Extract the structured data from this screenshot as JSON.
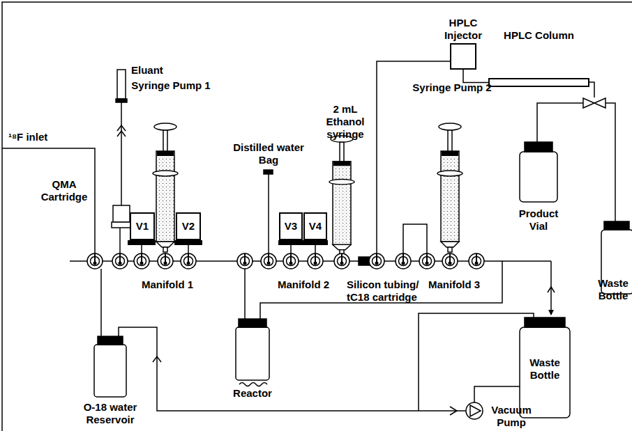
{
  "diagram": {
    "nodes": [
      {
        "text": [
          "V1"
        ]
      },
      {
        "text": [
          "V2"
        ]
      },
      {
        "text": [
          "V3"
        ]
      },
      {
        "text": [
          "V4"
        ]
      },
      {
        "text": [
          "HPLC Injector"
        ]
      },
      {
        "text": [
          "HPLC Column"
        ]
      }
    ],
    "edges": [
      {
        "from": 4,
        "to": 5,
        "arrow": "none"
      }
    ],
    "labels": [
      "Eluant",
      "Syringe Pump 1",
      "¹⁸F inlet",
      "QMA Cartridge",
      "Distilled water Bag",
      "2 mL Ethanol syringe",
      "Syringe Pump 2",
      "Product Vial",
      "Waste Bottle",
      "Manifold 1",
      "Manifold 2",
      "Silicon tubing/ tC18 cartridge",
      "Manifold 3",
      "Reactor",
      "O-18 water Reservoir",
      "Waste Bottle",
      "Vacuum Pump"
    ]
  }
}
